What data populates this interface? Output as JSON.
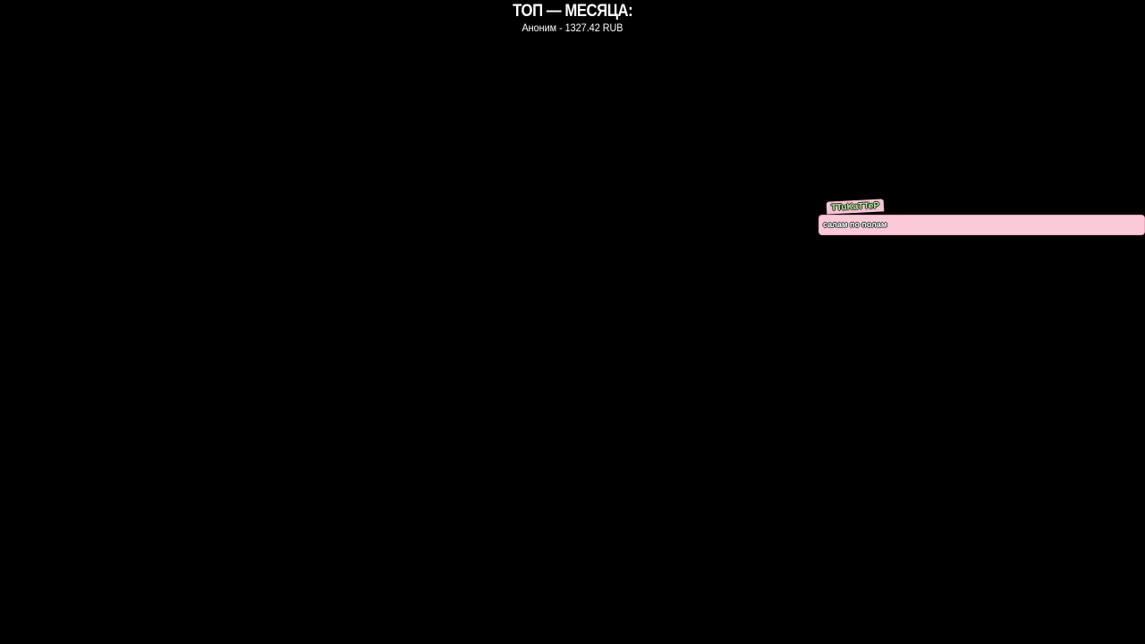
{
  "top": {
    "title": "ТОП — МЕСЯЦА:",
    "entry": "Аноним - 1327.42 RUB"
  },
  "chat": {
    "messages": [
      {
        "username": "TTuKaTTeP",
        "text": "салам по полам"
      }
    ]
  },
  "colors": {
    "background": "#000000",
    "bubble": "#fbc9d8",
    "username": "#b6f598"
  }
}
